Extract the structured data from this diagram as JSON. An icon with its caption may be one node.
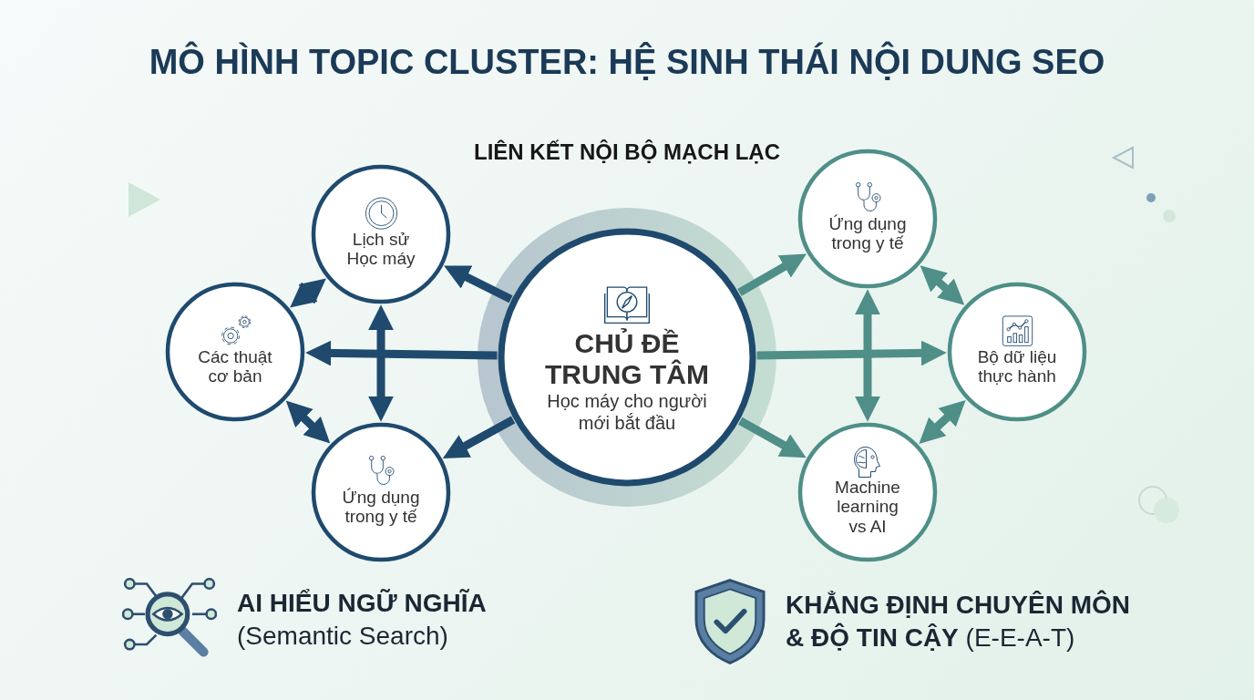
{
  "diagram": {
    "title": "MÔ HÌNH TOPIC CLUSTER: HỆ SINH THÁI NỘI DUNG SEO",
    "nodes": [
      {
        "text": [
          "CHỦ ĐỀ TRUNG TÂM",
          "Học máy cho người mới bắt đầu"
        ]
      },
      {
        "text": [
          "Lịch sử Học máy"
        ]
      },
      {
        "text": [
          "Các thuật cơ bản"
        ]
      },
      {
        "text": [
          "Ứng dụng trong y tế"
        ]
      },
      {
        "text": [
          "Ứng dụng trong y tế"
        ]
      },
      {
        "text": [
          "Bộ dữ liệu thực hành"
        ]
      },
      {
        "text": [
          "Machine learning vs AI"
        ]
      }
    ],
    "edges": [
      {
        "from": 0,
        "to": 1,
        "arrow": "to",
        "color": "#1f4a6e"
      },
      {
        "from": 0,
        "to": 2,
        "arrow": "to",
        "color": "#1f4a6e"
      },
      {
        "from": 0,
        "to": 3,
        "arrow": "to",
        "color": "#1f4a6e"
      },
      {
        "from": 0,
        "to": 4,
        "arrow": "to",
        "color": "#4f8f88"
      },
      {
        "from": 0,
        "to": 5,
        "arrow": "to",
        "color": "#4f8f88"
      },
      {
        "from": 0,
        "to": 6,
        "arrow": "to",
        "color": "#4f8f88"
      },
      {
        "from": 1,
        "to": 2,
        "arrow": "both",
        "color": "#1f4a6e"
      },
      {
        "from": 1,
        "to": 3,
        "arrow": "both",
        "color": "#1f4a6e"
      },
      {
        "from": 2,
        "to": 3,
        "arrow": "both",
        "color": "#1f4a6e"
      },
      {
        "from": 4,
        "to": 5,
        "arrow": "both",
        "color": "#4f8f88"
      },
      {
        "from": 4,
        "to": 6,
        "arrow": "both",
        "color": "#4f8f88"
      },
      {
        "from": 5,
        "to": 6,
        "arrow": "both",
        "color": "#4f8f88"
      }
    ],
    "labels": [
      "LIÊN KẾT NỘI BỘ MẠCH LẠC",
      "**AI HIỂU NGỮ NGHĨA** (Semantic Search)",
      "**KHẲNG ĐỊNH CHUYÊN MÔN & ĐỘ TIN CẬY** (E-E-A-T)"
    ]
  }
}
